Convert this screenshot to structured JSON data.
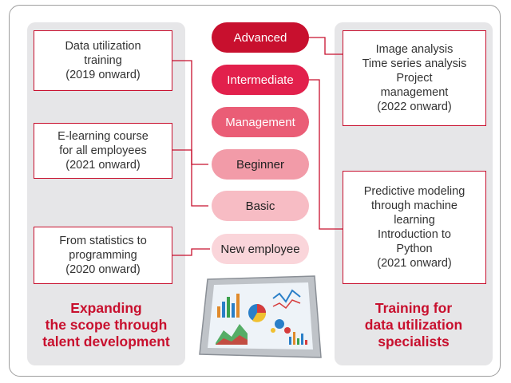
{
  "left_panel": {
    "boxes": [
      {
        "text": "Data utilization\ntraining\n(2019 onward)"
      },
      {
        "text": "E-learning course\nfor all employees\n(2021 onward)"
      },
      {
        "text": "From statistics to\nprogramming\n(2020 onward)"
      }
    ],
    "heading": "Expanding\nthe scope through\ntalent development"
  },
  "levels": [
    {
      "label": "Advanced",
      "color": "#c8102e",
      "text_color": "#ffffff"
    },
    {
      "label": "Intermediate",
      "color": "#e2204c",
      "text_color": "#ffffff"
    },
    {
      "label": "Management",
      "color": "#ea5d76",
      "text_color": "#ffffff"
    },
    {
      "label": "Beginner",
      "color": "#f29ba8",
      "text_color": "#222222"
    },
    {
      "label": "Basic",
      "color": "#f7bcc4",
      "text_color": "#222222"
    },
    {
      "label": "New employee",
      "color": "#fad5da",
      "text_color": "#222222"
    }
  ],
  "right_panel": {
    "boxes": [
      {
        "text": "Image analysis\nTime series analysis\nProject\nmanagement\n(2022 onward)"
      },
      {
        "text": "Predictive modeling\nthrough machine\nlearning\nIntroduction to\nPython\n(2021 onward)"
      }
    ],
    "heading": "Training for\ndata utilization\nspecialists"
  },
  "accent_color": "#c8102e"
}
